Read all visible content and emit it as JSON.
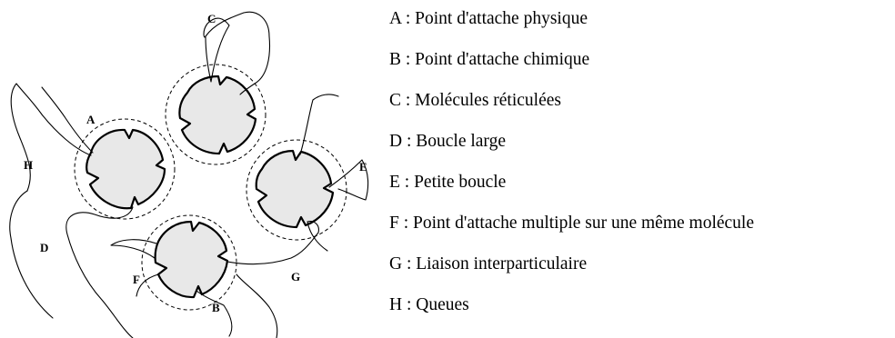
{
  "diagram": {
    "labels": {
      "A": "A",
      "B": "B",
      "C": "C",
      "D": "D",
      "E": "E",
      "F": "F",
      "G": "G",
      "H": "H"
    }
  },
  "legend": [
    "A : Point d'attache physique",
    "B : Point d'attache chimique",
    "C : Molécules réticulées",
    "D : Boucle large",
    "E : Petite boucle",
    "F : Point d'attache multiple sur une même molécule",
    "G : Liaison interparticulaire",
    "H : Queues"
  ]
}
